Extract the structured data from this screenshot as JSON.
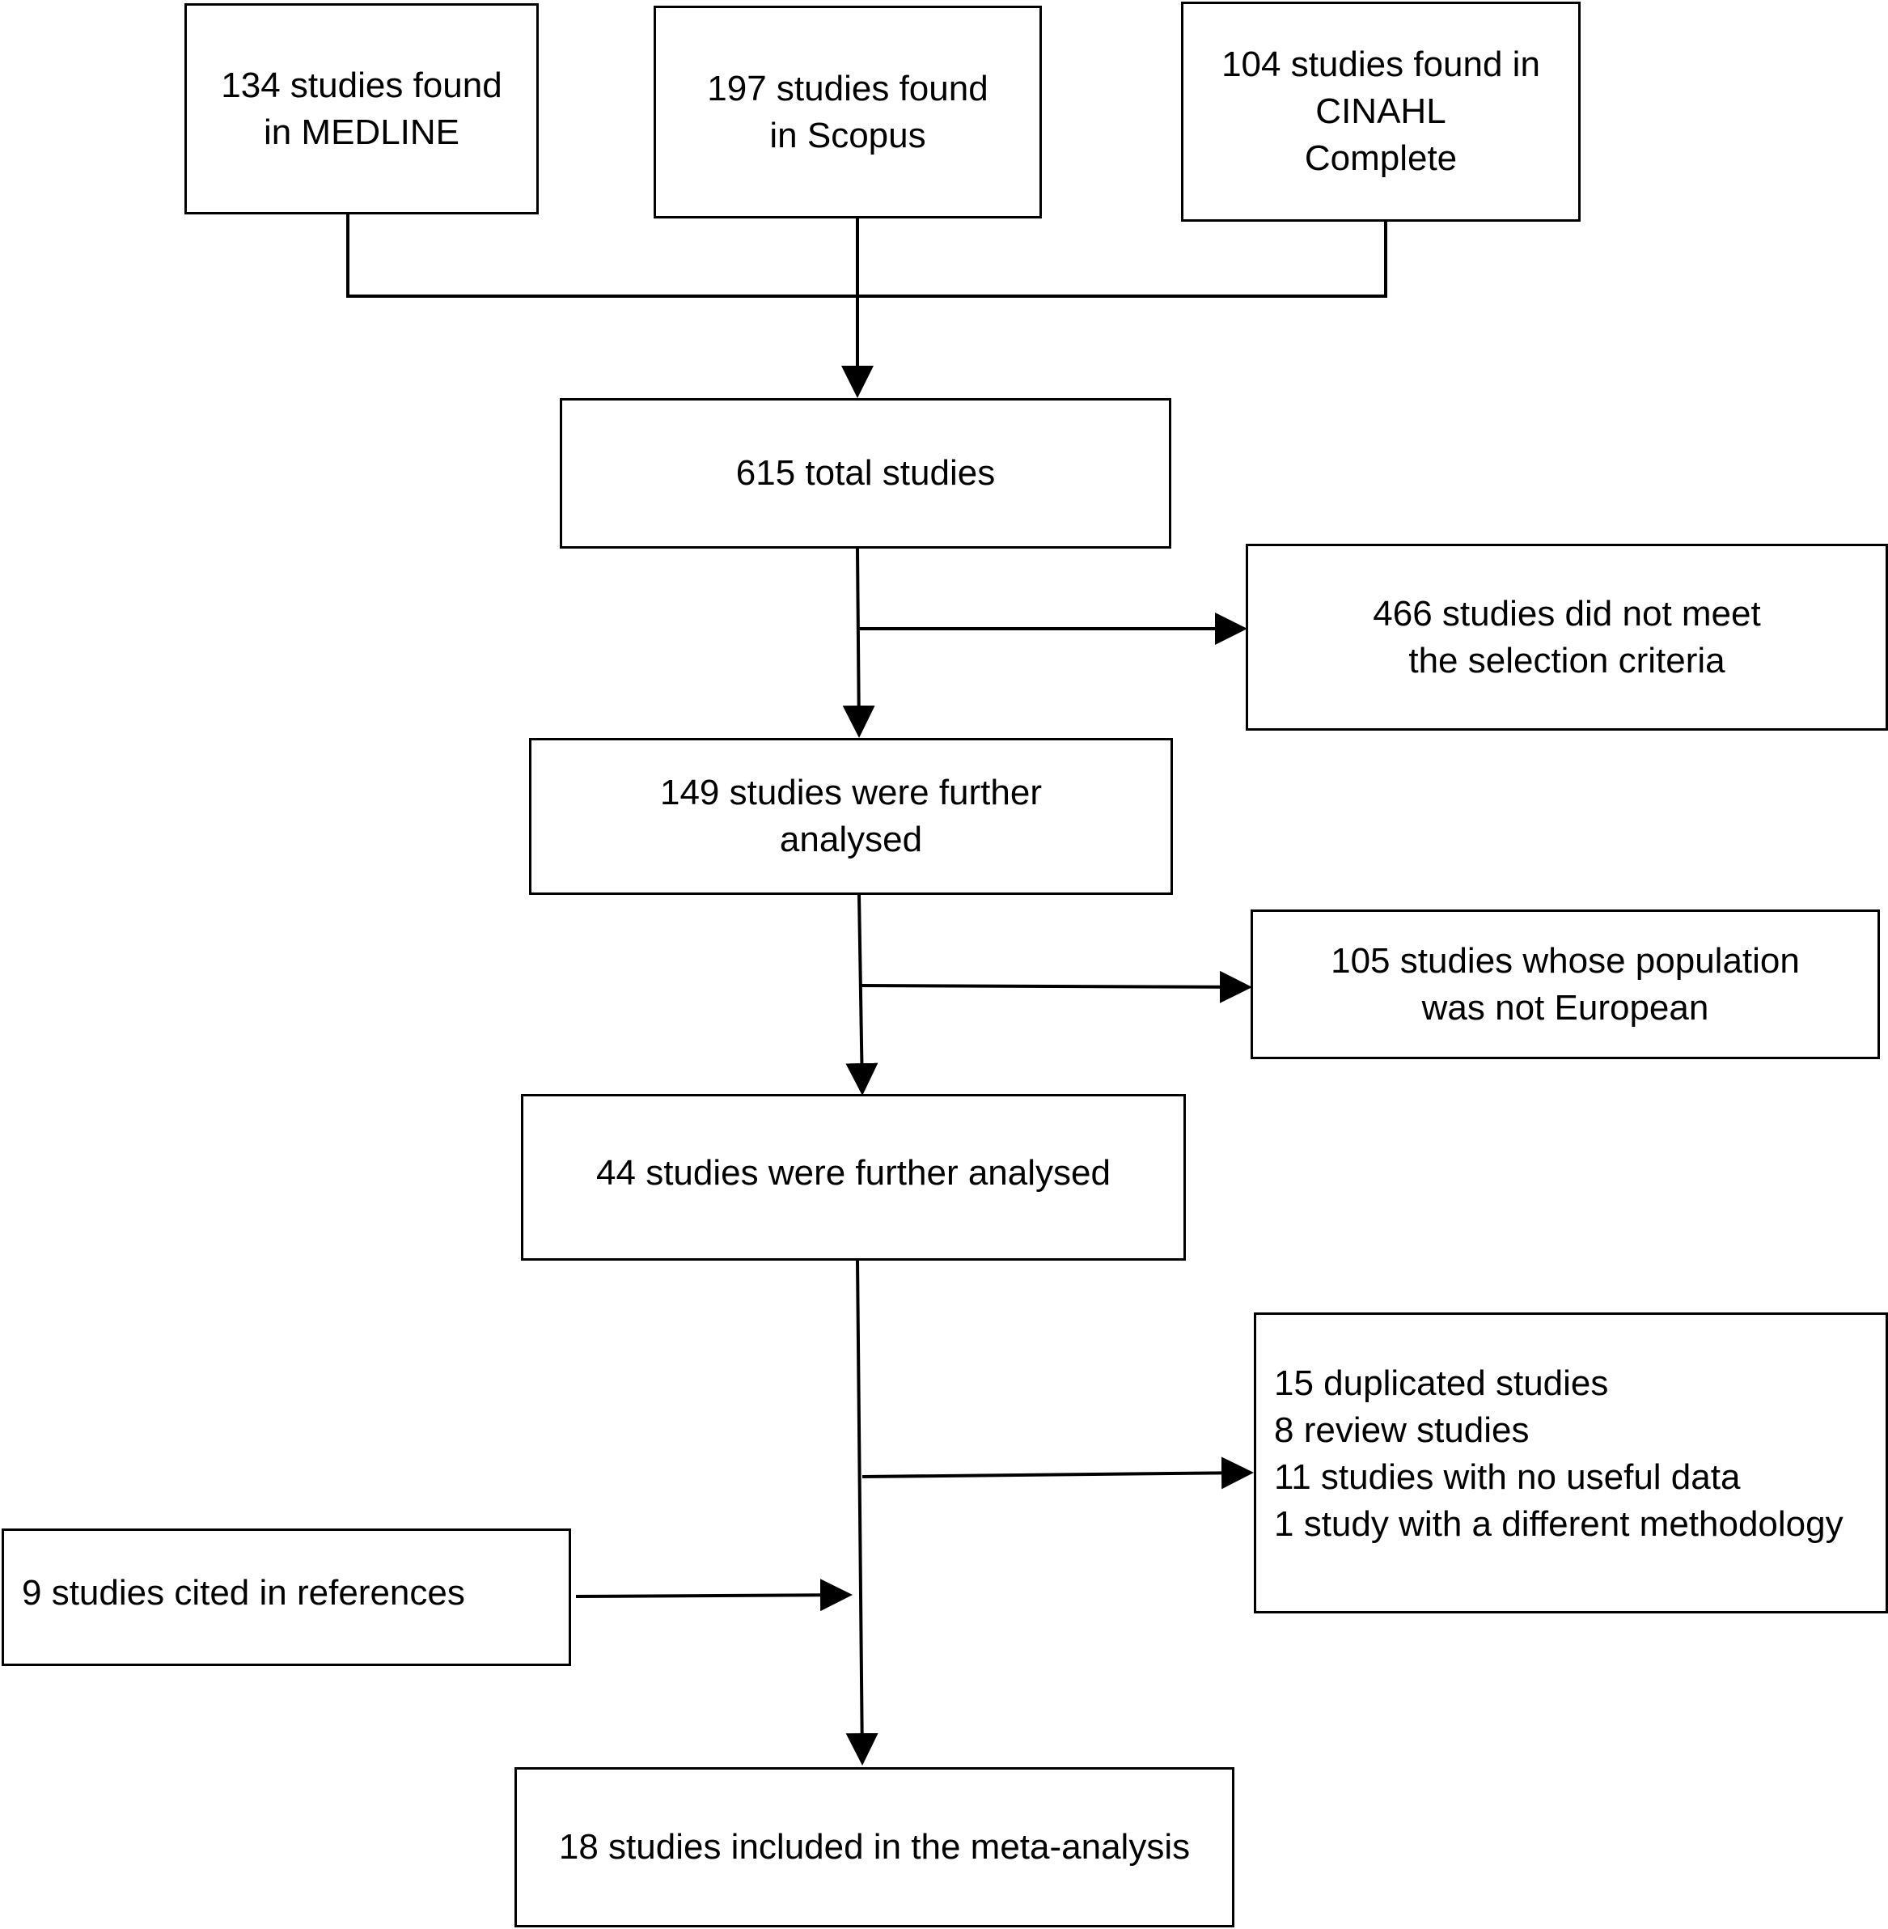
{
  "boxes": {
    "medline": [
      "134 studies found",
      "in MEDLINE"
    ],
    "scopus": [
      "197 studies found",
      "in Scopus"
    ],
    "cinahl": [
      "104 studies found in",
      "CINAHL",
      "Complete"
    ],
    "total": [
      "615 total studies"
    ],
    "excluded_criteria": [
      "466 studies did not meet",
      "the selection criteria"
    ],
    "further_149": [
      "149 studies were further",
      "analysed"
    ],
    "excluded_population": [
      "105 studies whose population",
      "was not European"
    ],
    "further_44": [
      "44 studies were further analysed"
    ],
    "excluded_other": [
      "15 duplicated studies",
      "8 review studies",
      "11 studies with no useful data",
      "1 study with a different methodology"
    ],
    "references": [
      "9 studies cited in references"
    ],
    "included": [
      "18 studies included in the meta-analysis"
    ]
  }
}
